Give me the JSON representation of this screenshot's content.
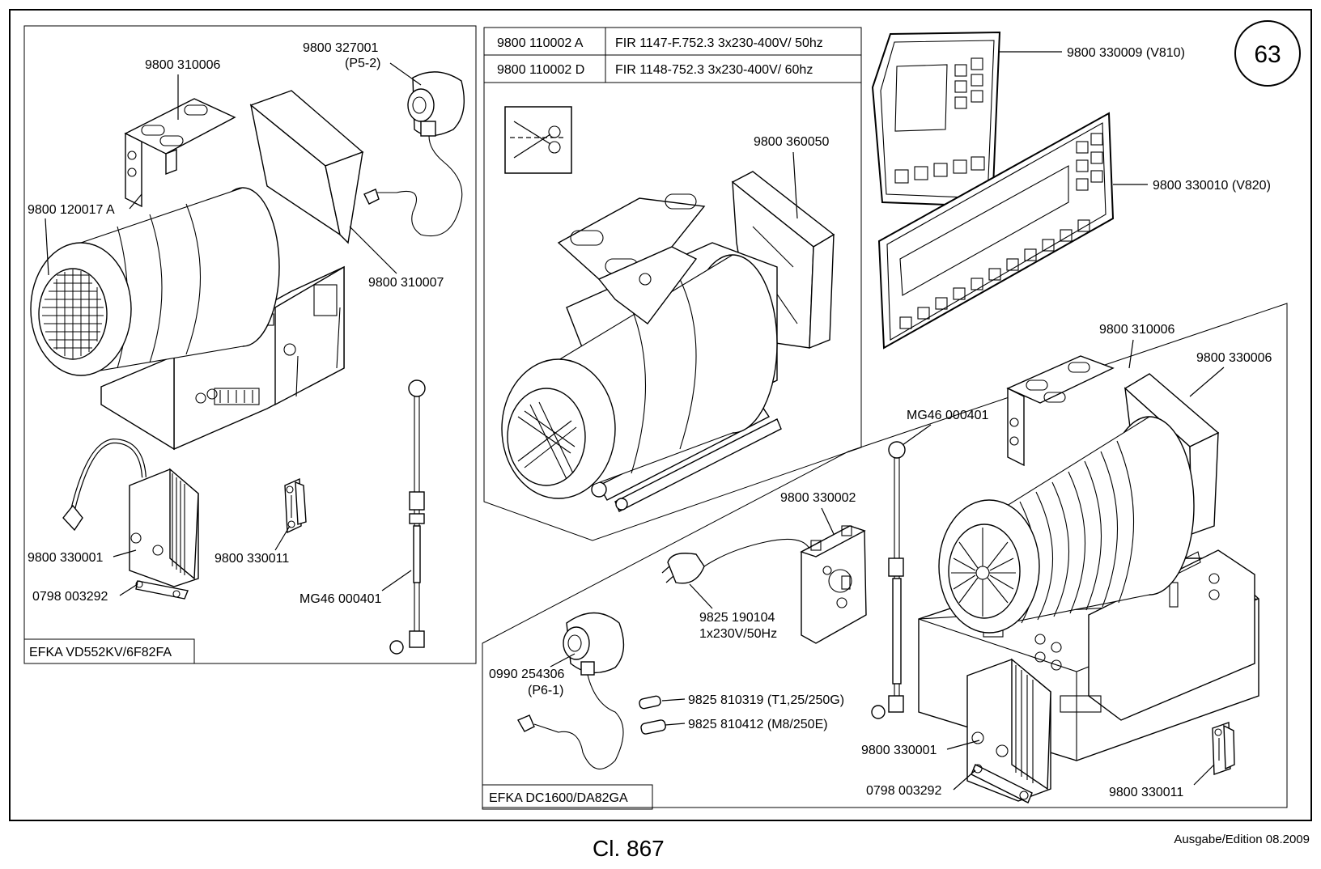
{
  "page_number": "63",
  "footer": {
    "model": "Cl. 867",
    "edition": "Ausgabe/Edition  08.2009"
  },
  "left_panel": {
    "title": "EFKA VD552KV/6F82FA",
    "labels": {
      "bracket": "9800 310006",
      "sensor": "9800 327001",
      "sensor_sub": "(P5-2)",
      "motor": "9800 120017 A",
      "cover": "9800 310007",
      "control": "9800 330001",
      "screw": "0798 003292",
      "plug": "9800 330011",
      "rod": "MG46 000401"
    }
  },
  "middle_panel": {
    "table": [
      {
        "part": "9800 110002 A",
        "desc": "FIR 1147-F.752.3  3x230-400V/ 50hz"
      },
      {
        "part": "9800 110002 D",
        "desc": "FIR 1148-752.3  3x230-400V/ 60hz"
      }
    ],
    "motor_label": "9800 360050"
  },
  "panels_right": {
    "v810": "9800 330009 (V810)",
    "v820": "9800 330010 (V820)"
  },
  "right_panel": {
    "title": "EFKA DC1600/DA82GA",
    "labels": {
      "bracket": "9800 310006",
      "cover": "9800 330006",
      "rod": "MG46 000401",
      "unit": "9800 330002",
      "cable": "9825 190104",
      "cable_sub": "1x230V/50Hz",
      "sensor": "0990 254306",
      "sensor_sub": "(P6-1)",
      "fuse1": "9825 810319 (T1,25/250G)",
      "fuse2": "9825 810412 (M8/250E)",
      "control": "9800 330001",
      "screw": "0798 003292",
      "plug": "9800 330011"
    }
  }
}
